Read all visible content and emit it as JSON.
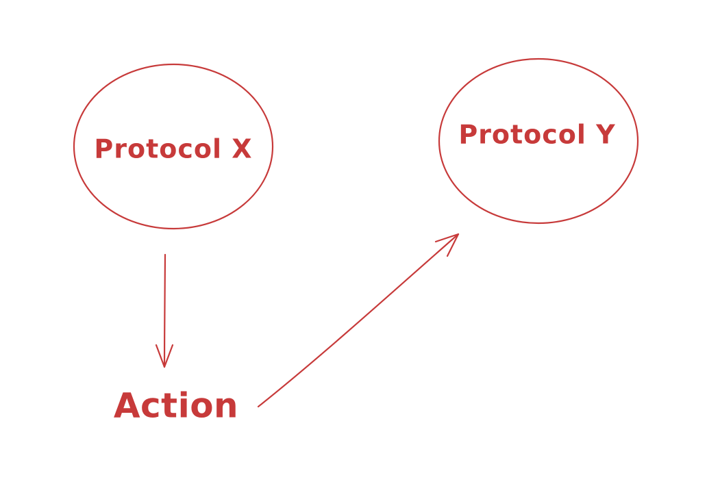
{
  "colors": {
    "ink": "#c73a3a",
    "background": "#ffffff"
  },
  "nodes": {
    "protocol_x": {
      "label": "Protocol X",
      "shape": "ellipse"
    },
    "protocol_y": {
      "label": "Protocol Y",
      "shape": "ellipse"
    },
    "action": {
      "label": "Action",
      "shape": "text"
    }
  },
  "edges": [
    {
      "from": "protocol_x",
      "to": "action"
    },
    {
      "from": "action",
      "to": "protocol_y"
    }
  ]
}
